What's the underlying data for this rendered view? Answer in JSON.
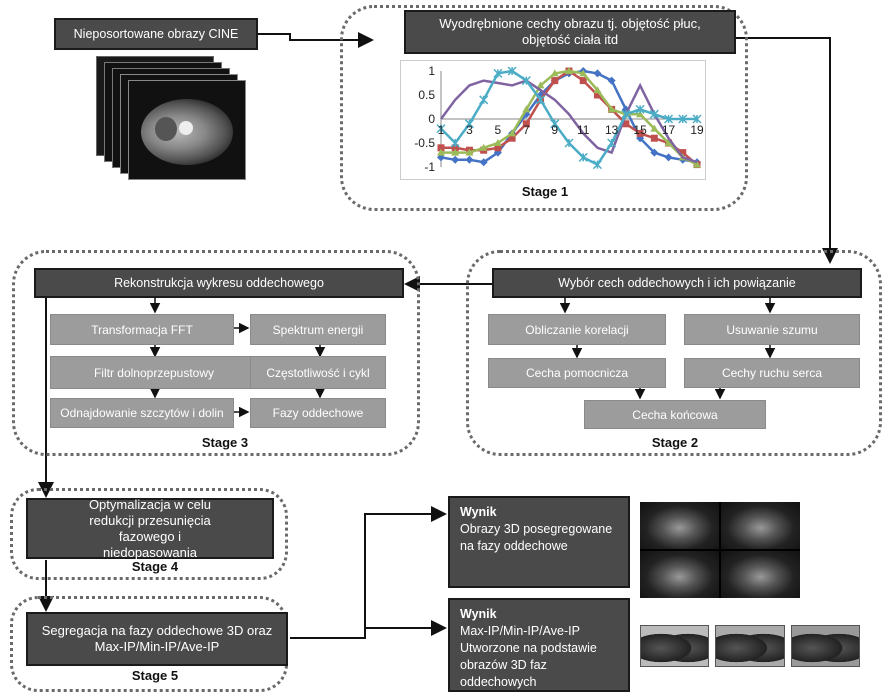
{
  "input_box": "Nieposortowane obrazy CINE",
  "stage1": {
    "box": "Wyodrębnione cechy obrazu tj. objętość płuc, objętość ciała itd",
    "label": "Stage 1"
  },
  "chart_data": {
    "type": "line",
    "x": [
      1,
      2,
      3,
      4,
      5,
      6,
      7,
      8,
      9,
      10,
      11,
      12,
      13,
      14,
      15,
      16,
      17,
      18,
      19
    ],
    "xticks": [
      "1",
      "3",
      "5",
      "7",
      "9",
      "11",
      "13",
      "15",
      "17",
      "19"
    ],
    "yticks": [
      "1",
      "0.5",
      "0",
      "-0.5",
      "-1"
    ],
    "ylim": [
      -1,
      1
    ],
    "series": [
      {
        "color": "#4472c4",
        "marker": "diamond",
        "values": [
          -0.8,
          -0.85,
          -0.85,
          -0.9,
          -0.7,
          -0.3,
          0.1,
          0.5,
          0.8,
          0.95,
          1,
          0.95,
          0.8,
          0.2,
          -0.4,
          -0.7,
          -0.8,
          -0.85,
          -0.9
        ]
      },
      {
        "color": "#c0504d",
        "marker": "square",
        "values": [
          -0.6,
          -0.6,
          -0.65,
          -0.65,
          -0.6,
          -0.4,
          -0.1,
          0.4,
          0.8,
          1,
          0.8,
          0.5,
          0.2,
          -0.1,
          -0.3,
          -0.4,
          -0.5,
          -0.7,
          -0.95
        ]
      },
      {
        "color": "#9bbb59",
        "marker": "triangle",
        "values": [
          -0.7,
          -0.7,
          -0.7,
          -0.6,
          -0.5,
          -0.3,
          0.2,
          0.7,
          0.95,
          1,
          0.95,
          0.6,
          0.2,
          0.1,
          0.1,
          -0.2,
          -0.5,
          -0.8,
          -0.95
        ]
      },
      {
        "color": "#8064a2",
        "marker": "none",
        "values": [
          0,
          0.4,
          0.7,
          0.8,
          0.75,
          0.7,
          0.8,
          0.6,
          0.4,
          0.1,
          -0.3,
          -0.6,
          -0.7,
          0.1,
          0.7,
          0.1,
          -0.4,
          -0.8,
          -0.9
        ]
      },
      {
        "color": "#4bacc6",
        "marker": "x",
        "values": [
          -0.2,
          -0.5,
          -0.1,
          0.4,
          0.95,
          1,
          0.8,
          0.4,
          -0.1,
          -0.5,
          -0.8,
          -0.95,
          -0.5,
          0.1,
          0.2,
          0.1,
          0,
          0,
          0
        ]
      }
    ]
  },
  "stage2": {
    "header": "Wybór cech oddechowych i ich powiązanie",
    "corr": "Obliczanie korelacji",
    "noise": "Usuwanie szumu",
    "aux": "Cecha pomocnicza",
    "heart": "Cechy ruchu serca",
    "final": "Cecha końcowa",
    "label": "Stage 2"
  },
  "stage3": {
    "header": "Rekonstrukcja wykresu oddechowego",
    "fft": "Transformacja FFT",
    "spectrum": "Spektrum energii",
    "lowpass": "Filtr dolnoprzepustowy",
    "freq": "Częstotliwość i cykl",
    "peaks": "Odnajdowanie szczytów i dolin",
    "phases": "Fazy oddechowe",
    "label": "Stage 3"
  },
  "stage4": {
    "box": "Optymalizacja w celu redukcji przesunięcia fazowego i niedopasowania",
    "label": "Stage 4"
  },
  "stage5": {
    "box": "Segregacja na fazy oddechowe 3D oraz Max-IP/Min-IP/Ave-IP",
    "label": "Stage 5"
  },
  "result1": {
    "title": "Wynik",
    "text": "Obrazy 3D posegregowane na fazy oddechowe"
  },
  "result2": {
    "title": "Wynik",
    "text": "Max-IP/Min-IP/Ave-IP Utworzone na podstawie obrazów 3D faz oddechowych"
  }
}
